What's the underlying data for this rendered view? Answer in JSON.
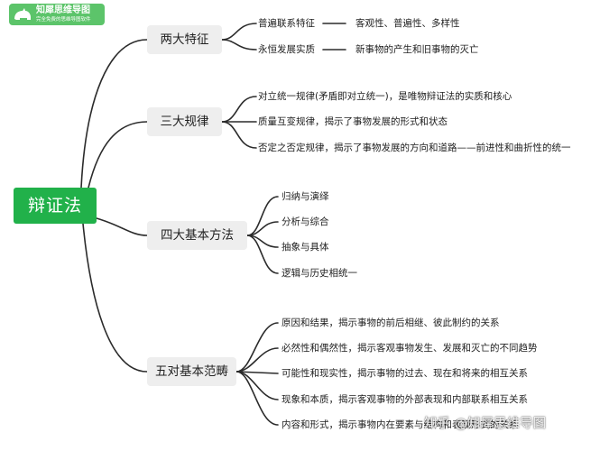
{
  "brand": {
    "name": "知犀思维导图",
    "tagline": "完全免费的思维导图软件"
  },
  "root": {
    "label": "辩证法"
  },
  "branches": [
    {
      "label": "两大特征",
      "items": [
        {
          "text": "普遍联系特征",
          "detail": "客观性、普遍性、多样性"
        },
        {
          "text": "永恒发展实质",
          "detail": "新事物的产生和旧事物的灭亡"
        }
      ]
    },
    {
      "label": "三大规律",
      "items": [
        {
          "text": "对立统一规律(矛盾即对立统一)，是唯物辩证法的实质和核心"
        },
        {
          "text": "质量互变规律，揭示了事物发展的形式和状态"
        },
        {
          "text": "否定之否定规律，揭示了事物发展的方向和道路——前进性和曲折性的统一"
        }
      ]
    },
    {
      "label": "四大基本方法",
      "items": [
        {
          "text": "归纳与演绎"
        },
        {
          "text": "分析与综合"
        },
        {
          "text": "抽象与具体"
        },
        {
          "text": "逻辑与历史相统一"
        }
      ]
    },
    {
      "label": "五对基本范畴",
      "items": [
        {
          "text": "原因和结果，揭示事物的前后相继、彼此制约的关系"
        },
        {
          "text": "必然性和偶然性，揭示客观事物发生、发展和灭亡的不同趋势"
        },
        {
          "text": "可能性和现实性，揭示事物的过去、现在和将来的相互关系"
        },
        {
          "text": "现象和本质，揭示客观事物的外部表现和内部联系相互关系"
        },
        {
          "text": "内容和形式，揭示事物内在要素与结构和表现形式的关系"
        }
      ]
    }
  ],
  "watermark": "知乎 @知犀思维导图"
}
